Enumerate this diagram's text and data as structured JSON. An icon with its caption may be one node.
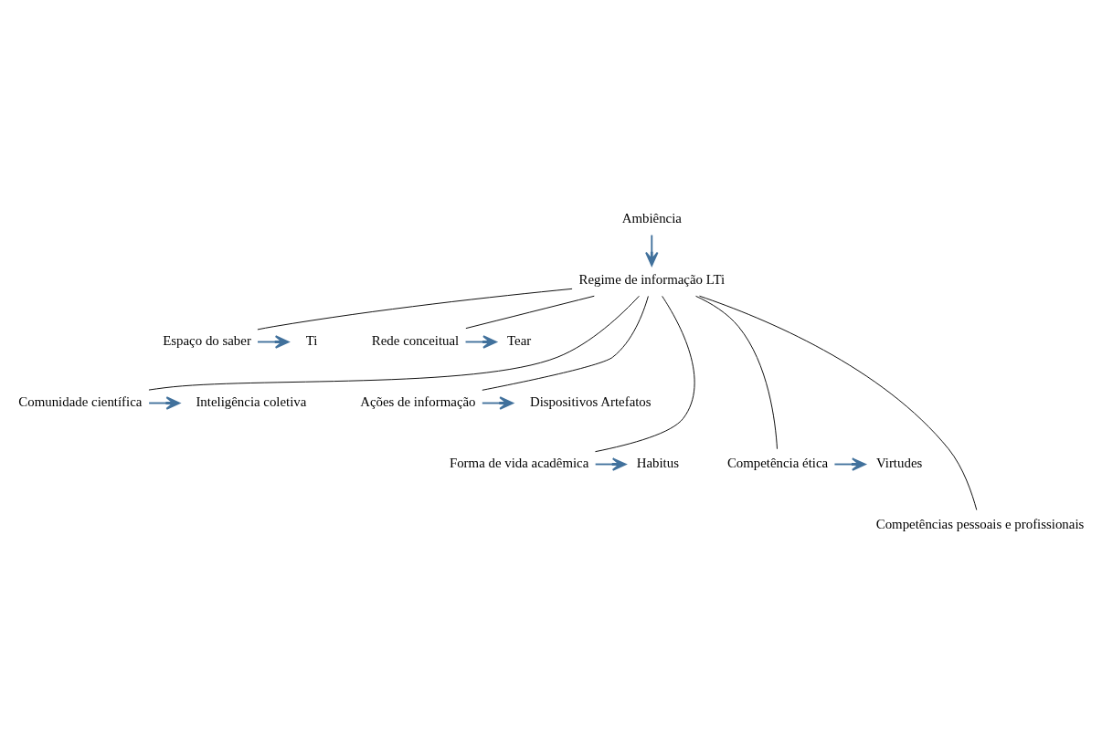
{
  "diagram": {
    "nodes": [
      {
        "text": [
          "Ambiência"
        ]
      },
      {
        "text": [
          "Regime de informação LTi"
        ]
      },
      {
        "text": [
          "Espaço do saber"
        ]
      },
      {
        "text": [
          "Ti"
        ]
      },
      {
        "text": [
          "Rede conceitual"
        ]
      },
      {
        "text": [
          "Tear"
        ]
      },
      {
        "text": [
          "Comunidade científica"
        ]
      },
      {
        "text": [
          "Inteligência coletiva"
        ]
      },
      {
        "text": [
          "Ações de informação"
        ]
      },
      {
        "text": [
          "Dispositivos Artefatos"
        ]
      },
      {
        "text": [
          "Forma de vida acadêmica"
        ]
      },
      {
        "text": [
          "Habitus"
        ]
      },
      {
        "text": [
          "Competência ética"
        ]
      },
      {
        "text": [
          "Virtudes"
        ]
      },
      {
        "text": [
          "Competências pessoais e profissionais"
        ]
      }
    ],
    "edges": [
      {
        "from": 0,
        "to": 1,
        "arrow": "to",
        "color": "#41719c"
      },
      {
        "from": 1,
        "to": 2,
        "arrow": "none",
        "color": "#000000"
      },
      {
        "from": 1,
        "to": 4,
        "arrow": "none",
        "color": "#000000"
      },
      {
        "from": 1,
        "to": 6,
        "arrow": "none",
        "color": "#000000"
      },
      {
        "from": 1,
        "to": 8,
        "arrow": "none",
        "color": "#000000"
      },
      {
        "from": 1,
        "to": 10,
        "arrow": "none",
        "color": "#000000"
      },
      {
        "from": 1,
        "to": 12,
        "arrow": "none",
        "color": "#000000"
      },
      {
        "from": 1,
        "to": 14,
        "arrow": "none",
        "color": "#000000"
      },
      {
        "from": 2,
        "to": 3,
        "arrow": "to",
        "color": "#41719c"
      },
      {
        "from": 4,
        "to": 5,
        "arrow": "to",
        "color": "#41719c"
      },
      {
        "from": 6,
        "to": 7,
        "arrow": "to",
        "color": "#41719c"
      },
      {
        "from": 8,
        "to": 9,
        "arrow": "to",
        "color": "#41719c"
      },
      {
        "from": 10,
        "to": 11,
        "arrow": "to",
        "color": "#41719c"
      },
      {
        "from": 12,
        "to": 13,
        "arrow": "to",
        "color": "#41719c"
      }
    ]
  }
}
